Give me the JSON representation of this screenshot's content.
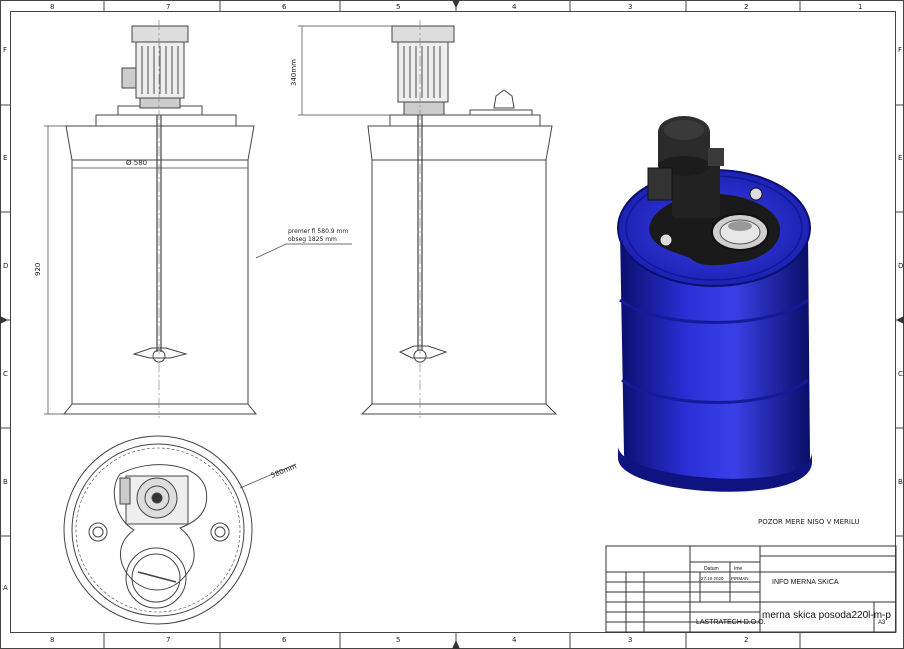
{
  "sheet": {
    "columns": [
      "8",
      "7",
      "6",
      "5",
      "4",
      "3",
      "2",
      "1"
    ],
    "rows": [
      "F",
      "E",
      "D",
      "C",
      "B",
      "A"
    ]
  },
  "front_view": {
    "height_dim": "920",
    "diameter_dim": "Ø 580",
    "note_line1": "premer fi 580.9 mm",
    "note_line2": "obseg 1825 mm"
  },
  "side_view": {
    "motor_height_dim": "340mm"
  },
  "top_view": {
    "diameter_dim": "580mm"
  },
  "iso_note": "POZOR MERE NISO V MERILU",
  "title_block": {
    "header_label": "INFO MERNA SKICA",
    "company": "LASTRATECH D.O.O.",
    "drawing_name": "merna skica posoda220l-m-p",
    "sheet_tag": "A3",
    "col_datum": "Datum",
    "col_ime": "Ime",
    "date_value": "27.10.2020",
    "author": "PIRMAN"
  },
  "colors": {
    "tank_blue": "#2a2fd6",
    "tank_dark": "#101680",
    "line": "#333333"
  }
}
